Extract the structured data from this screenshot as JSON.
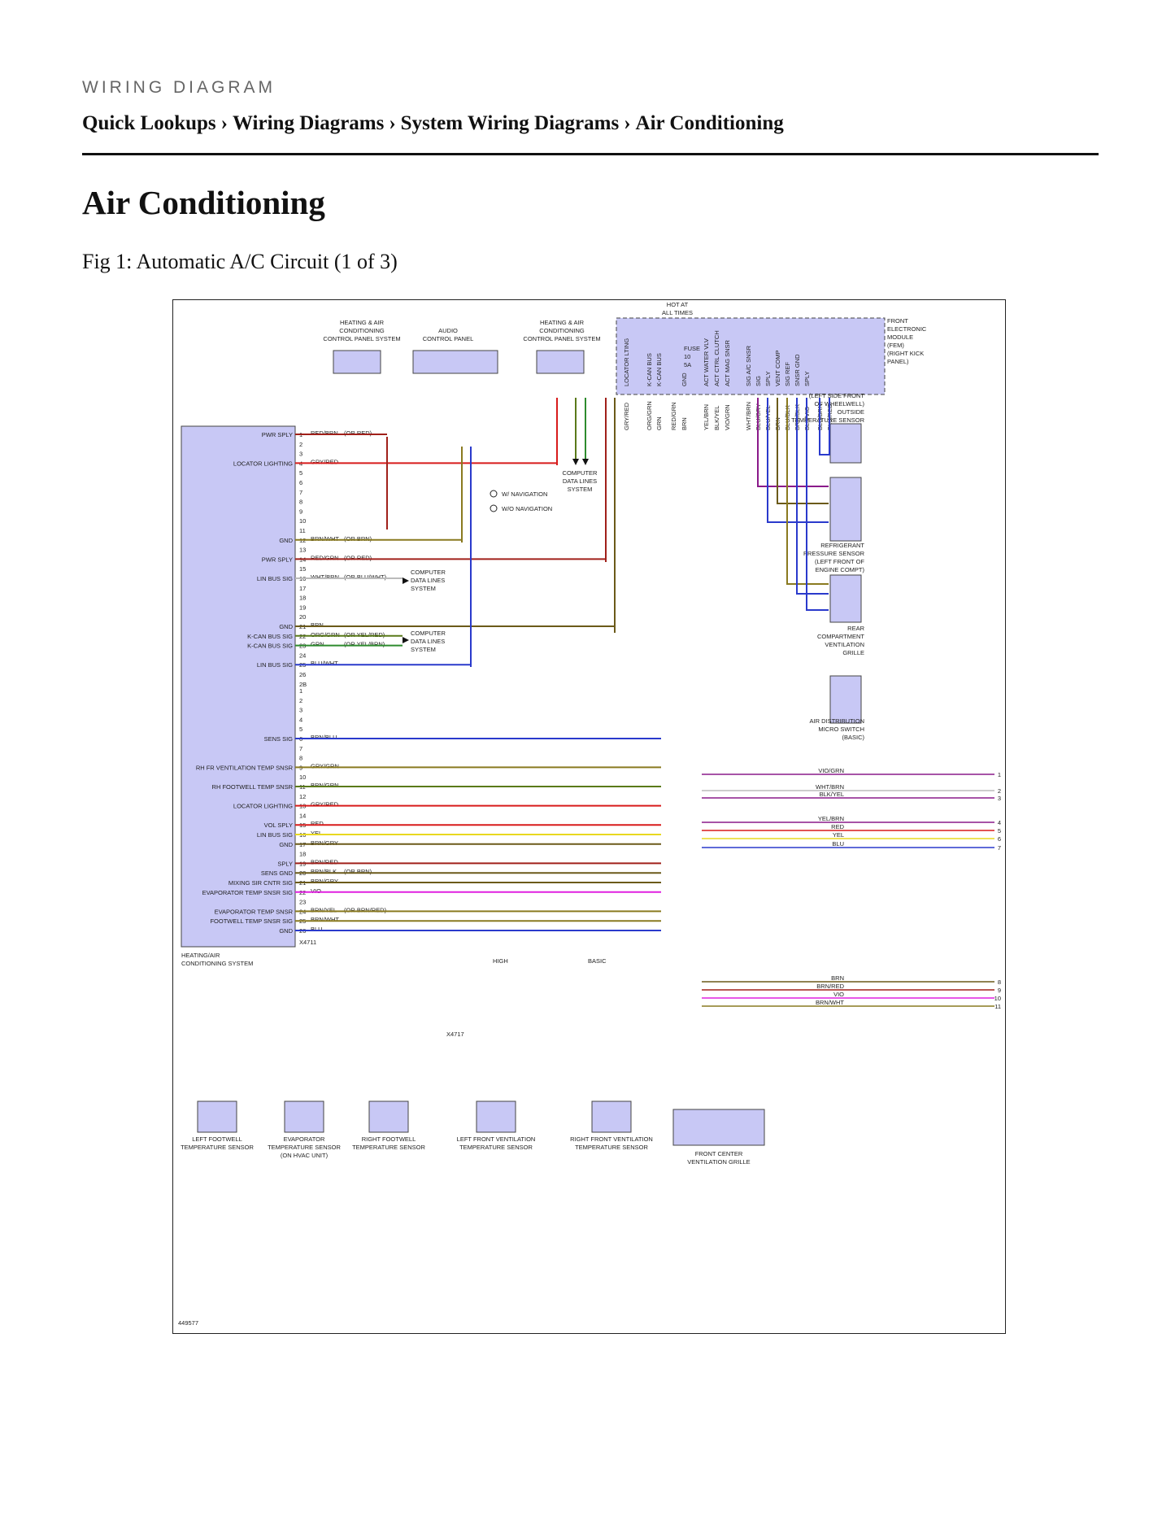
{
  "header": {
    "section_label": "WIRING DIAGRAM",
    "breadcrumb": [
      "Quick Lookups",
      "Wiring Diagrams",
      "System Wiring Diagrams",
      "Air Conditioning"
    ],
    "separator": "›"
  },
  "page_title": "Air Conditioning",
  "figure": {
    "caption": "Fig 1: Automatic A/C Circuit (1 of 3)",
    "diagram_id": "449577"
  },
  "diagram": {
    "top_blocks": {
      "hac_cp_left": "HEATING & AIR|CONDITIONING|CONTROL PANEL SYSTEM",
      "audio_cp": "AUDIO|CONTROL PANEL",
      "hac_cp_right": "HEATING & AIR|CONDITIONING|CONTROL PANEL SYSTEM",
      "hot_at": "HOT AT|ALL TIMES",
      "fuse": "FUSE|10|5A",
      "fem": "FRONT|ELECTRONIC|MODULE|(FEM)|(RIGHT KICK|PANEL)"
    },
    "fem_pins": [
      "LOCATOR LTING",
      "K-CAN BUS",
      "K-CAN BUS",
      "GND",
      "ACT WATER VLV",
      "ACT CTRL CLUTCH",
      "ACT MAG SNSR",
      "SIG A/C SNSR",
      "SIG",
      "SPLY",
      "VENT COMP",
      "SIG REF",
      "SNSR GND",
      "SPLY"
    ],
    "fem_wires": [
      "GRY/RED",
      "ORG/GRN",
      "GRN",
      "BRN",
      "RED/GRN",
      "YEL/BRN",
      "BLK/YEL",
      "VIO/GRN",
      "WHT/BRN",
      "BLU/GRY",
      "BLU/YEL",
      "BRN",
      "BLU/BLK",
      "BRN/BLK",
      "BLK/VIO",
      "BLU/BRN",
      "BLU/RED"
    ],
    "legend": {
      "nav": "W/ NAVIGATION",
      "no_nav": "W/O NAVIGATION",
      "computer_data": "COMPUTER|DATA LINES|SYSTEM"
    },
    "hac_module": {
      "label": "HEATING/AIR|CONDITIONING SYSTEM",
      "connector_a": "X4711",
      "pins_a": [
        {
          "n": "1",
          "name": "PWR SPLY",
          "wire": "RED/BRN",
          "note": "(OR RED)"
        },
        {
          "n": "4",
          "name": "LOCATOR LIGHTING",
          "wire": "GRY/RED",
          "note": ""
        },
        {
          "n": "12",
          "name": "GND",
          "wire": "BRN/WHT",
          "note": "(OR BRN)"
        },
        {
          "n": "14",
          "name": "PWR SPLY",
          "wire": "RED/GRN",
          "note": "(OR RED)"
        },
        {
          "n": "16",
          "name": "LIN BUS SIG",
          "wire": "WHT/BRN",
          "note": "(OR BLU/WHT)"
        },
        {
          "n": "21",
          "name": "GND",
          "wire": "BRN",
          "note": ""
        },
        {
          "n": "22",
          "name": "K-CAN BUS SIG",
          "wire": "ORG/GRN",
          "note": "(OR YEL/RED)"
        },
        {
          "n": "23",
          "name": "K-CAN BUS SIG",
          "wire": "GRN",
          "note": "(OR YEL/BRN)"
        },
        {
          "n": "25",
          "name": "LIN BUS SIG",
          "wire": "BLU/WHT",
          "note": ""
        }
      ],
      "pins_b": [
        {
          "n": "6",
          "name": "SENS SIG",
          "wire": "BRN/BLU",
          "note": ""
        },
        {
          "n": "9",
          "name": "RH FR VENTILATION TEMP SNSR",
          "wire": "GRY/GRN",
          "note": ""
        },
        {
          "n": "11",
          "name": "RH FOOTWELL TEMP SNSR",
          "wire": "BRN/GRN",
          "note": ""
        },
        {
          "n": "13",
          "name": "LOCATOR LIGHTING",
          "wire": "GRY/RED",
          "note": ""
        },
        {
          "n": "15",
          "name": "VOL SPLY",
          "wire": "RED",
          "note": ""
        },
        {
          "n": "16",
          "name": "LIN BUS SIG",
          "wire": "YEL",
          "note": ""
        },
        {
          "n": "17",
          "name": "GND",
          "wire": "BRN/GRY",
          "note": ""
        },
        {
          "n": "19",
          "name": "SPLY",
          "wire": "BRN/RED",
          "note": ""
        },
        {
          "n": "20",
          "name": "SENS GND",
          "wire": "BRN/BLK",
          "note": "(OR BRN)"
        },
        {
          "n": "21",
          "name": "MIXING SIR CNTR SIG",
          "wire": "BRN/GRY",
          "note": ""
        },
        {
          "n": "22",
          "name": "EVAPORATOR TEMP SNSR SIG",
          "wire": "VIO",
          "note": ""
        },
        {
          "n": "24",
          "name": "EVAPORATOR TEMP SNSR",
          "wire": "BRN/YEL",
          "note": "(OR BRN/RED)"
        },
        {
          "n": "25",
          "name": "FOOTWELL TEMP SNSR SIG",
          "wire": "BRN/WHT",
          "note": ""
        },
        {
          "n": "26",
          "name": "GND",
          "wire": "BLU",
          "note": ""
        }
      ]
    },
    "right_components": {
      "outside_temp": "(LEFT SIDE FRONT|OF WHEELWELL)|OUTSIDE|TEMPERATURE SENSOR",
      "refrigerant": "REFRIGERANT|PRESSURE SENSOR|(LEFT FRONT OF|ENGINE COMPT)",
      "rear_vent": "REAR|COMPARTMENT|VENTILATION|GRILLE",
      "air_dist": "AIR DISTRIBUTION|MICRO SWITCH|(BASIC)"
    },
    "right_offpage": [
      {
        "n": "1",
        "wire": "VIO/GRN"
      },
      {
        "n": "2",
        "wire": "WHT/BRN"
      },
      {
        "n": "3",
        "wire": "BLK/YEL"
      },
      {
        "n": "4",
        "wire": "YEL/BRN"
      },
      {
        "n": "5",
        "wire": "RED"
      },
      {
        "n": "6",
        "wire": "YEL"
      },
      {
        "n": "7",
        "wire": "BLU"
      },
      {
        "n": "8",
        "wire": "BRN"
      },
      {
        "n": "9",
        "wire": "BRN/RED"
      },
      {
        "n": "10",
        "wire": "VIO"
      },
      {
        "n": "11",
        "wire": "BRN/WHT"
      }
    ],
    "bottom_sensors": {
      "left_footwell": "LEFT FOOTWELL|TEMPERATURE SENSOR",
      "evaporator": "EVAPORATOR|TEMPERATURE SENSOR|(ON HVAC UNIT)",
      "right_footwell": "RIGHT FOOTWELL|TEMPERATURE SENSOR",
      "left_front_vent": "LEFT FRONT VENTILATION|TEMPERATURE SENSOR",
      "right_front_vent": "RIGHT FRONT VENTILATION|TEMPERATURE SENSOR",
      "front_center_grille": "FRONT CENTER|VENTILATION GRILLE"
    },
    "variant_labels": {
      "high": "HIGH",
      "basic": "BASIC"
    },
    "connector_x4717": "X4717"
  },
  "colors": {
    "module_fill": "#c8c8f5",
    "red": "#d81b1b",
    "dark_red": "#a0201a",
    "green": "#2e8b2e",
    "orange_green": "#5a7a1a",
    "brown": "#6b5a1a",
    "olive": "#8a7a20",
    "blue": "#2a3acc",
    "violet": "#8a1a8a",
    "magenta": "#e020e0",
    "yellow": "#e8d820",
    "gray": "#bbbbbb"
  }
}
